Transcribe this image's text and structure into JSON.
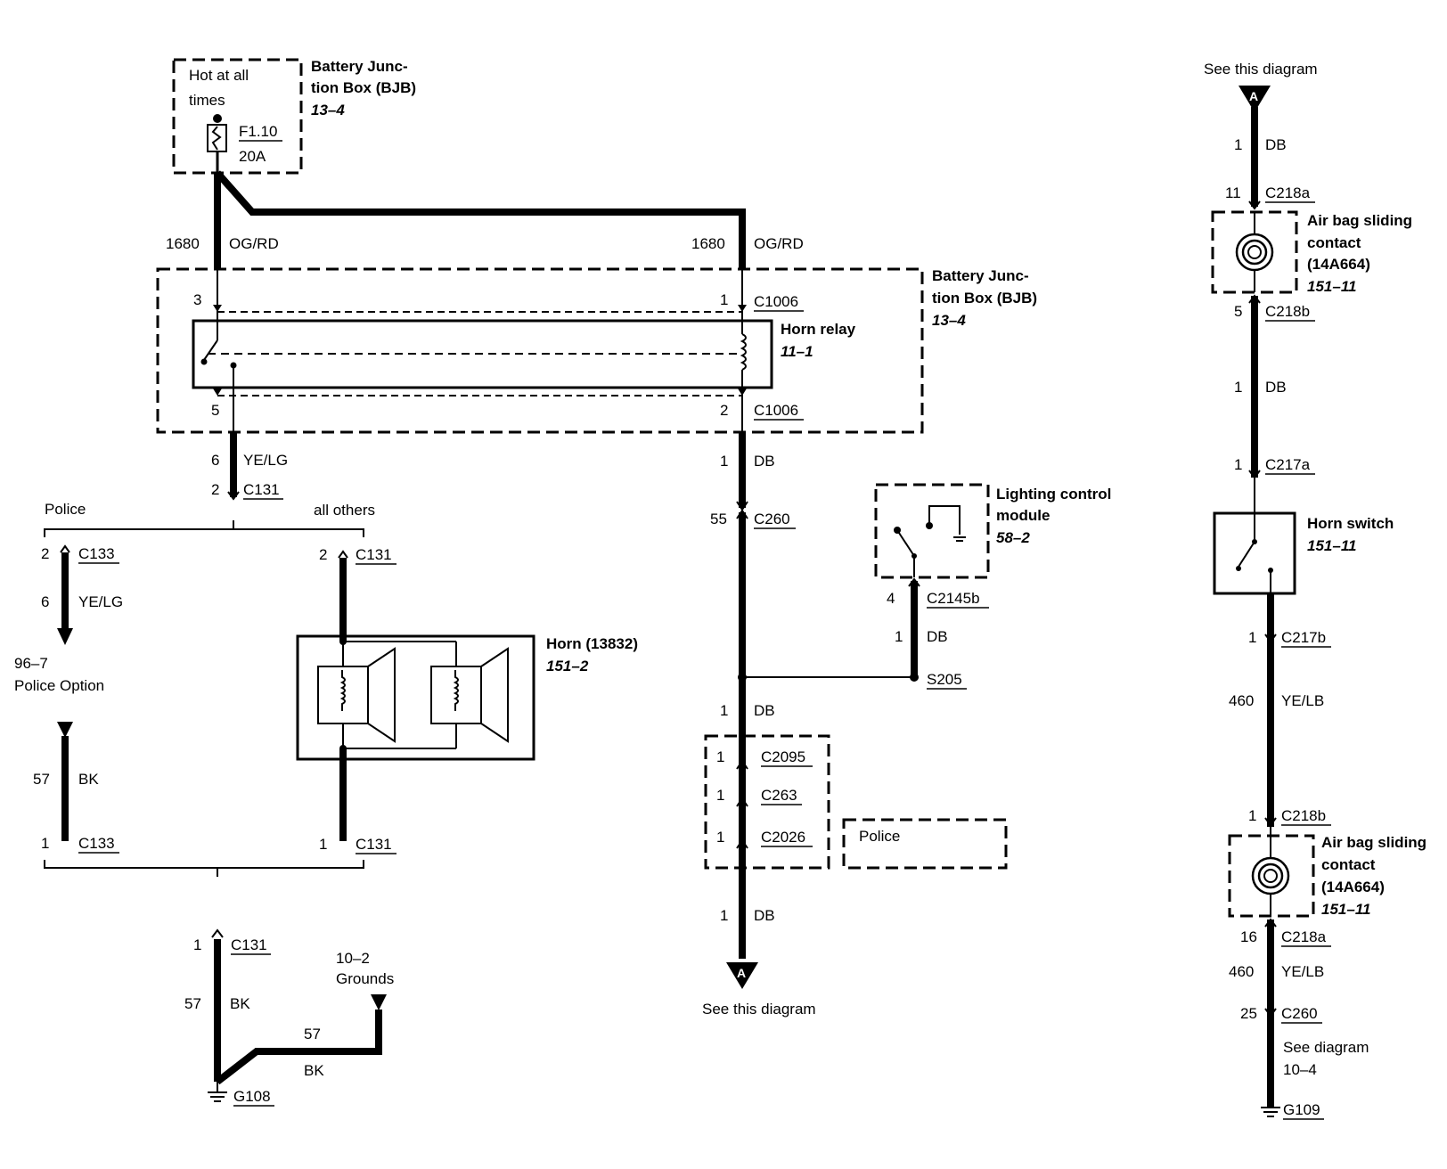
{
  "labels": {
    "hot_at_all": "Hot at all",
    "times": "times",
    "fuse_id": "F1.10",
    "fuse_amp": "20A",
    "bjb_top_1": "Battery Junc-",
    "bjb_top_2": "tion Box (BJB)",
    "bjb_top_ref": "13–4",
    "bjb_mid_1": "Battery Junc-",
    "bjb_mid_2": "tion Box (BJB)",
    "bjb_mid_ref": "13–4",
    "circ_1680_l": "1680",
    "color_ogrd_l": "OG/RD",
    "circ_1680_r": "1680",
    "color_ogrd_r": "OG/RD",
    "pin_3": "3",
    "pin_1_c1006": "1",
    "conn_c1006_top": "C1006",
    "horn_relay": "Horn relay",
    "horn_relay_ref": "11–1",
    "pin_5": "5",
    "pin_2_c1006": "2",
    "conn_c1006_bot": "C1006",
    "circ_6": "6",
    "color_yelg": "YE/LG",
    "pin_2_c131": "2",
    "conn_c131_a": "C131",
    "police": "Police",
    "all_others": "all others",
    "pin_2_c133": "2",
    "conn_c133_a": "C133",
    "pin_2_c131b": "2",
    "conn_c131_b": "C131",
    "circ_6b": "6",
    "color_yelg_b": "YE/LG",
    "police_ref": "96–7",
    "police_option": "Police Option",
    "horn": "Horn (13832)",
    "horn_ref": "151–2",
    "circ_57": "57",
    "color_bk": "BK",
    "pin_1_c133": "1",
    "conn_c133_b": "C133",
    "pin_1_c131": "1",
    "conn_c131_c": "C131",
    "pin_1_c131d": "1",
    "conn_c131_d": "C131",
    "grounds_ref": "10–2",
    "grounds": "Grounds",
    "circ_57b": "57",
    "color_bk_b": "BK",
    "circ_57c": "57",
    "color_bk_c": "BK",
    "ground_g108": "G108",
    "circ_1_db": "1",
    "color_db": "DB",
    "pin_55": "55",
    "conn_c260_a": "C260",
    "lcm_1": "Lighting control",
    "lcm_2": "module",
    "lcm_ref": "58–2",
    "pin_4": "4",
    "conn_c2145b": "C2145b",
    "circ_1_db2": "1",
    "color_db2": "DB",
    "splice_s205": "S205",
    "circ_1_db3": "1",
    "color_db3": "DB",
    "pin_1_c2095": "1",
    "conn_c2095": "C2095",
    "pin_1_c263": "1",
    "conn_c263": "C263",
    "pin_1_c2026": "1",
    "conn_c2026": "C2026",
    "police_box": "Police",
    "circ_1_db4": "1",
    "color_db4": "DB",
    "arrow_a_bottom": "A",
    "see_this_diagram_bottom": "See this diagram",
    "see_this_diagram_top": "See this diagram",
    "arrow_a_top": "A",
    "circ_1_db5": "1",
    "color_db5": "DB",
    "pin_11": "11",
    "conn_c218a_a": "C218a",
    "airbag_1": "Air bag sliding",
    "airbag_2": "contact",
    "airbag_3": "(14A664)",
    "airbag_ref": "151–11",
    "pin_5_c218b": "5",
    "conn_c218b_a": "C218b",
    "circ_1_db6": "1",
    "color_db6": "DB",
    "pin_1_c217a": "1",
    "conn_c217a": "C217a",
    "horn_switch": "Horn switch",
    "horn_switch_ref": "151–11",
    "pin_1_c217b": "1",
    "conn_c217b": "C217b",
    "circ_460": "460",
    "color_yelb": "YE/LB",
    "pin_1_c218b": "1",
    "conn_c218b_b": "C218b",
    "airbag2_1": "Air bag sliding",
    "airbag2_2": "contact",
    "airbag2_3": "(14A664)",
    "airbag2_ref": "151–11",
    "pin_16": "16",
    "conn_c218a_b": "C218a",
    "circ_460b": "460",
    "color_yelb_b": "YE/LB",
    "pin_25": "25",
    "conn_c260_b": "C260",
    "see_diagram_1": "See diagram",
    "see_diagram_2": "10–4",
    "ground_g109": "G109"
  }
}
